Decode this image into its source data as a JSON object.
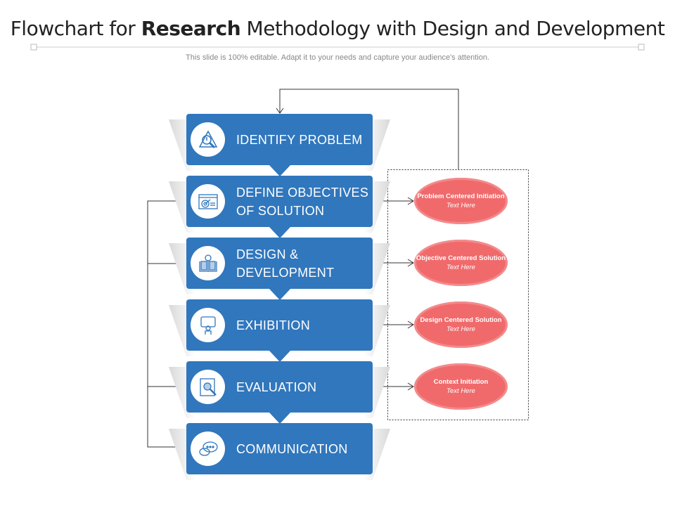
{
  "title": {
    "pre": "Flowchart for ",
    "bold": "Research",
    "post": " Methodology with Design and Development"
  },
  "subtitle": "This slide is 100% editable. Adapt it to your needs and capture your audience's attention.",
  "steps": [
    {
      "label": "IDENTIFY PROBLEM",
      "icon": "problem-search-icon"
    },
    {
      "label": "DEFINE OBJECTIVES OF SOLUTION",
      "icon": "target-icon"
    },
    {
      "label": "DESIGN & DEVELOPMENT",
      "icon": "idea-book-icon"
    },
    {
      "label": "EXHIBITION",
      "icon": "presentation-icon"
    },
    {
      "label": "EVALUATION",
      "icon": "evaluation-icon"
    },
    {
      "label": "COMMUNICATION",
      "icon": "chat-icon"
    }
  ],
  "entry_points": [
    {
      "title": "Problem Centered Initiation",
      "desc": "Text Here"
    },
    {
      "title": "Objective Centered Solution",
      "desc": "Text Here"
    },
    {
      "title": "Design Centered Solution",
      "desc": "Text Here"
    },
    {
      "title": "Context Initiation",
      "desc": "Text Here"
    }
  ],
  "colors": {
    "step": "#3077bd",
    "entry": "#f06a6c"
  }
}
